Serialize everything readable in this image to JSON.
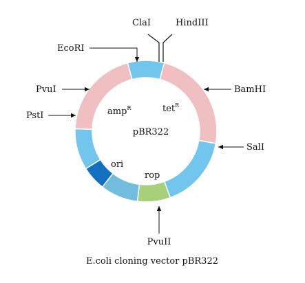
{
  "plasmid": {
    "name": "pBR322",
    "caption": "E.coli cloning vector pBR322",
    "segments": [
      {
        "id": "top-blue",
        "from": 345,
        "to": 15,
        "color": "#72c6ee"
      },
      {
        "id": "tet",
        "from": 15,
        "to": 100,
        "color": "#f0bfc1"
      },
      {
        "id": "right-blue",
        "from": 100,
        "to": 160,
        "color": "#72c6ee"
      },
      {
        "id": "rop",
        "from": 160,
        "to": 187,
        "color": "#a6d07a"
      },
      {
        "id": "lower-blue",
        "from": 187,
        "to": 218,
        "color": "#72bcde"
      },
      {
        "id": "ori",
        "from": 218,
        "to": 238,
        "color": "#1170bf"
      },
      {
        "id": "left-blue",
        "from": 238,
        "to": 272,
        "color": "#72c6ee"
      },
      {
        "id": "amp",
        "from": 272,
        "to": 345,
        "color": "#f0bfc1"
      }
    ],
    "genes": {
      "amp": {
        "label": "amp",
        "sup": "R"
      },
      "tet": {
        "label": "tet",
        "sup": "R"
      },
      "ori": {
        "label": "ori"
      },
      "rop": {
        "label": "rop"
      }
    },
    "sites": {
      "cla": "ClaI",
      "hind": "HindIII",
      "eco": "EcoRI",
      "pvu1": "PvuI",
      "pst": "PstI",
      "bam": "BamHI",
      "sal": "SalI",
      "pvu2": "PvuII"
    }
  }
}
